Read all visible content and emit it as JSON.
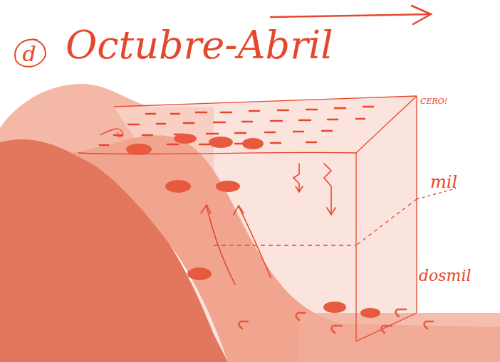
{
  "diagram": {
    "title": "Octubre-Abril",
    "nodes": [
      {
        "text": [
          "d"
        ]
      }
    ],
    "labels": [
      "CERO!",
      "mil",
      "dosmil"
    ]
  }
}
